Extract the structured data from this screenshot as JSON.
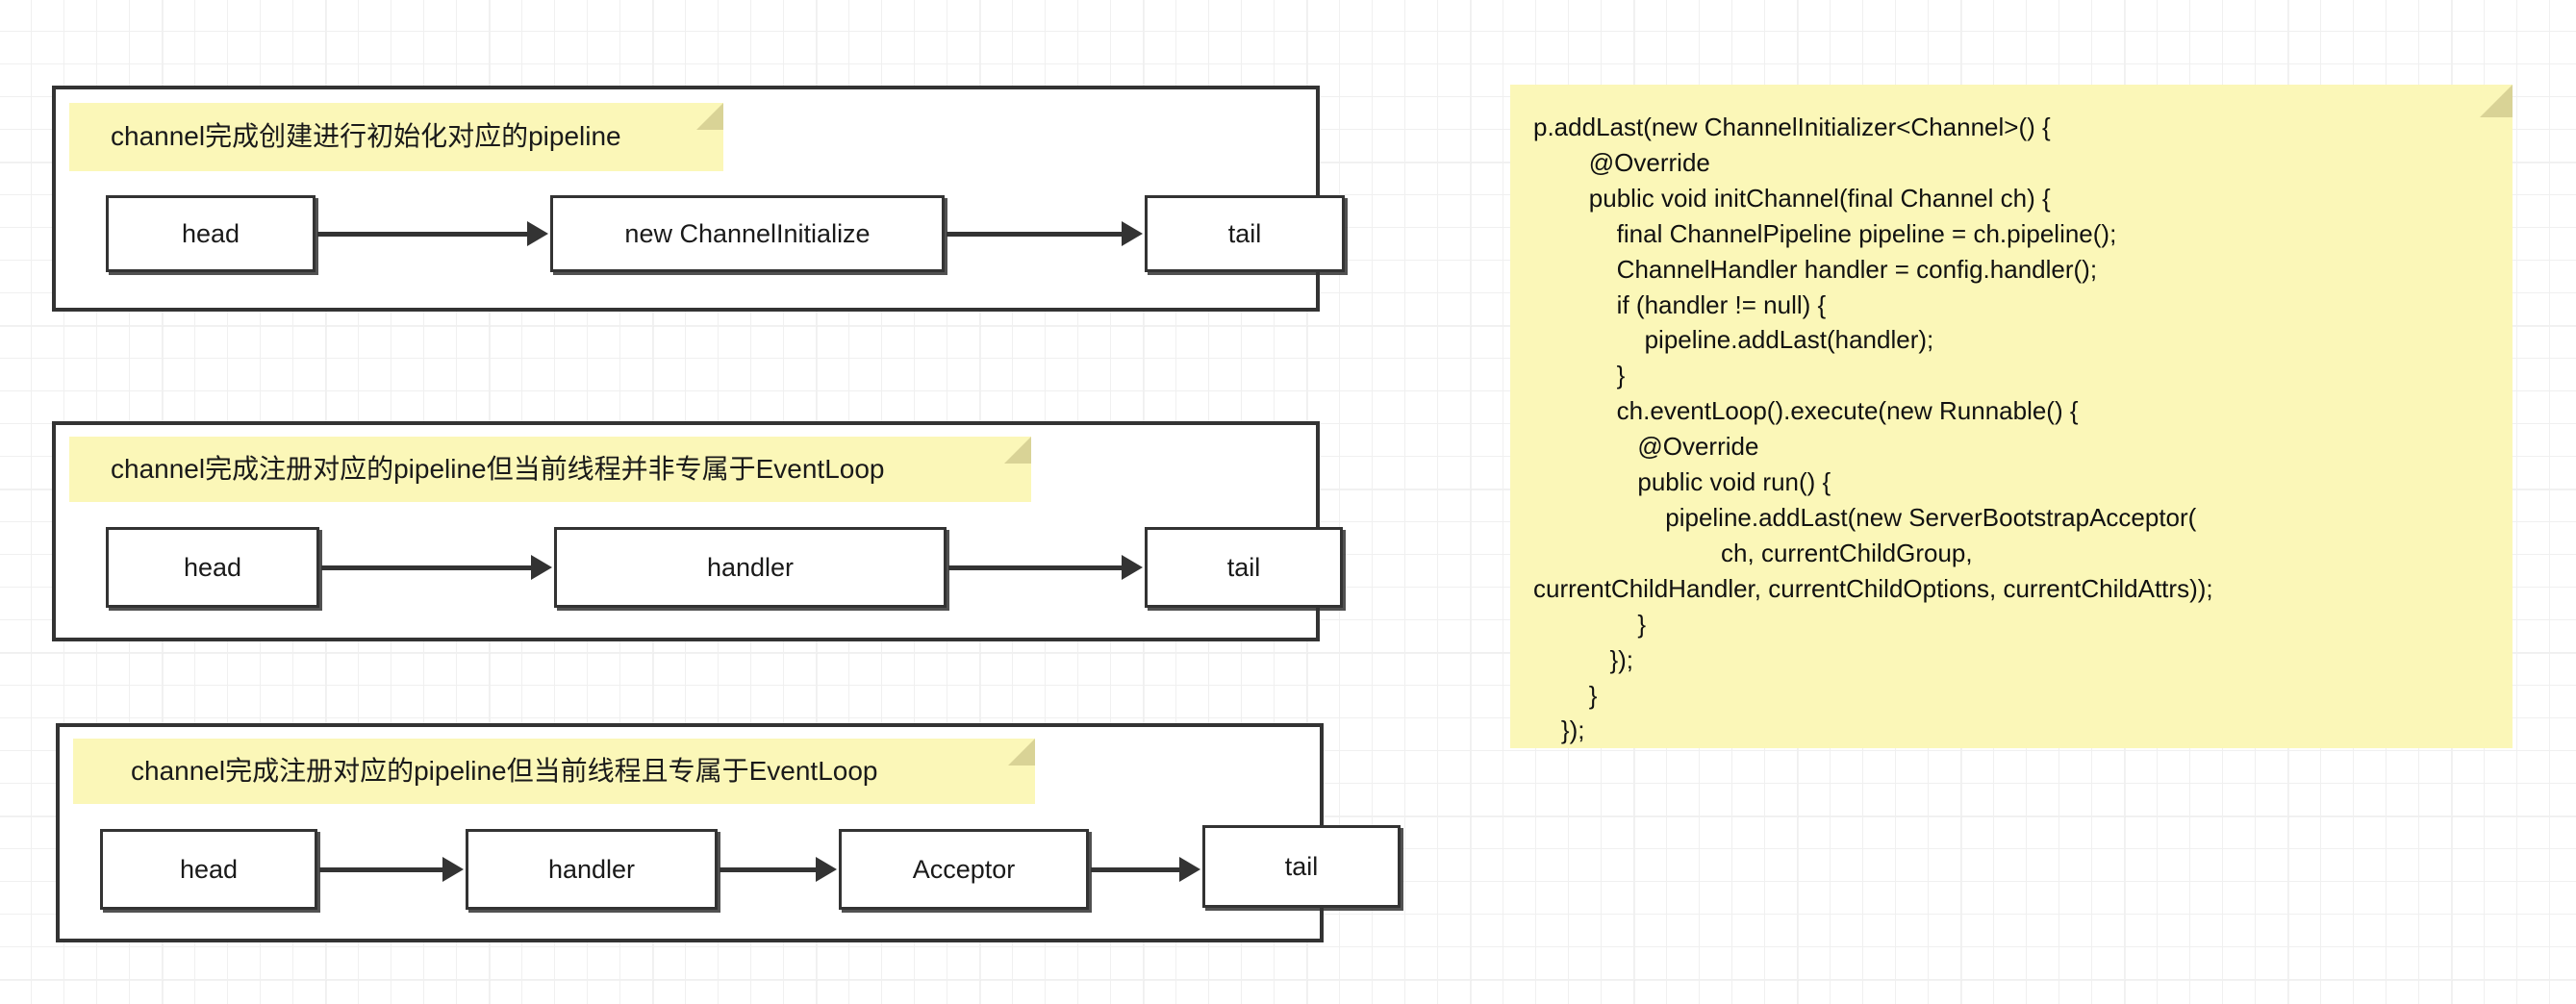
{
  "canvas": {
    "background": "#ffffff",
    "grid_minor_color": "#f0f0f0",
    "grid_major_color": "#e6e6e6"
  },
  "palette": {
    "note_fill": "#fbf7b8",
    "note_fold": "#d9d396",
    "stroke": "#333333",
    "text": "#1a1a1a"
  },
  "diagrams": [
    {
      "id": "pipeline-init",
      "caption": "channel完成创建进行初始化对应的pipeline",
      "nodes": [
        {
          "label": "head"
        },
        {
          "label": "new ChannelInitialize"
        },
        {
          "label": "tail"
        }
      ]
    },
    {
      "id": "pipeline-register-not-in-eventloop",
      "caption": "channel完成注册对应的pipeline但当前线程并非专属于EventLoop",
      "nodes": [
        {
          "label": "head"
        },
        {
          "label": "handler"
        },
        {
          "label": "tail"
        }
      ]
    },
    {
      "id": "pipeline-register-in-eventloop",
      "caption": "channel完成注册对应的pipeline但当前线程且专属于EventLoop",
      "nodes": [
        {
          "label": "head"
        },
        {
          "label": "handler"
        },
        {
          "label": "Acceptor"
        },
        {
          "label": "tail"
        }
      ]
    }
  ],
  "code_note": {
    "lines": [
      "p.addLast(new ChannelInitializer<Channel>() {",
      "        @Override",
      "        public void initChannel(final Channel ch) {",
      "            final ChannelPipeline pipeline = ch.pipeline();",
      "            ChannelHandler handler = config.handler();",
      "            if (handler != null) {",
      "                pipeline.addLast(handler);",
      "            }",
      "            ch.eventLoop().execute(new Runnable() {",
      "               @Override",
      "               public void run() {",
      "                   pipeline.addLast(new ServerBootstrapAcceptor(",
      "                           ch, currentChildGroup,",
      "currentChildHandler, currentChildOptions, currentChildAttrs));",
      "               }",
      "           });",
      "        }",
      "    });"
    ]
  }
}
